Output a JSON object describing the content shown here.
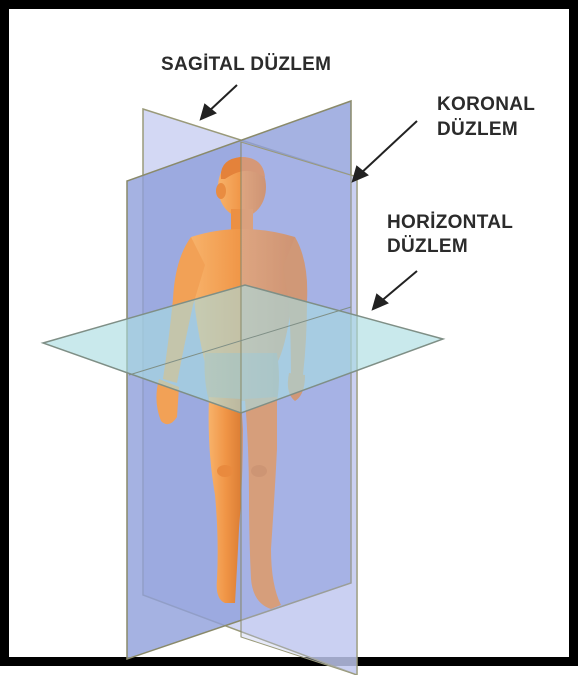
{
  "labels": {
    "sagittal": "SAGİTAL DÜZLEM",
    "coronal_line1": "KORONAL",
    "coronal_line2": "DÜZLEM",
    "horizontal_line1": "HORİZONTAL",
    "horizontal_line2": "DÜZLEM"
  },
  "colors": {
    "frame": "#000000",
    "sagittal_plane": "#b9c2ee",
    "coronal_plane": "#8f9fdc",
    "horizontal_plane": "#a9d8de",
    "body": "#f09a4a",
    "arrow": "#222222"
  }
}
